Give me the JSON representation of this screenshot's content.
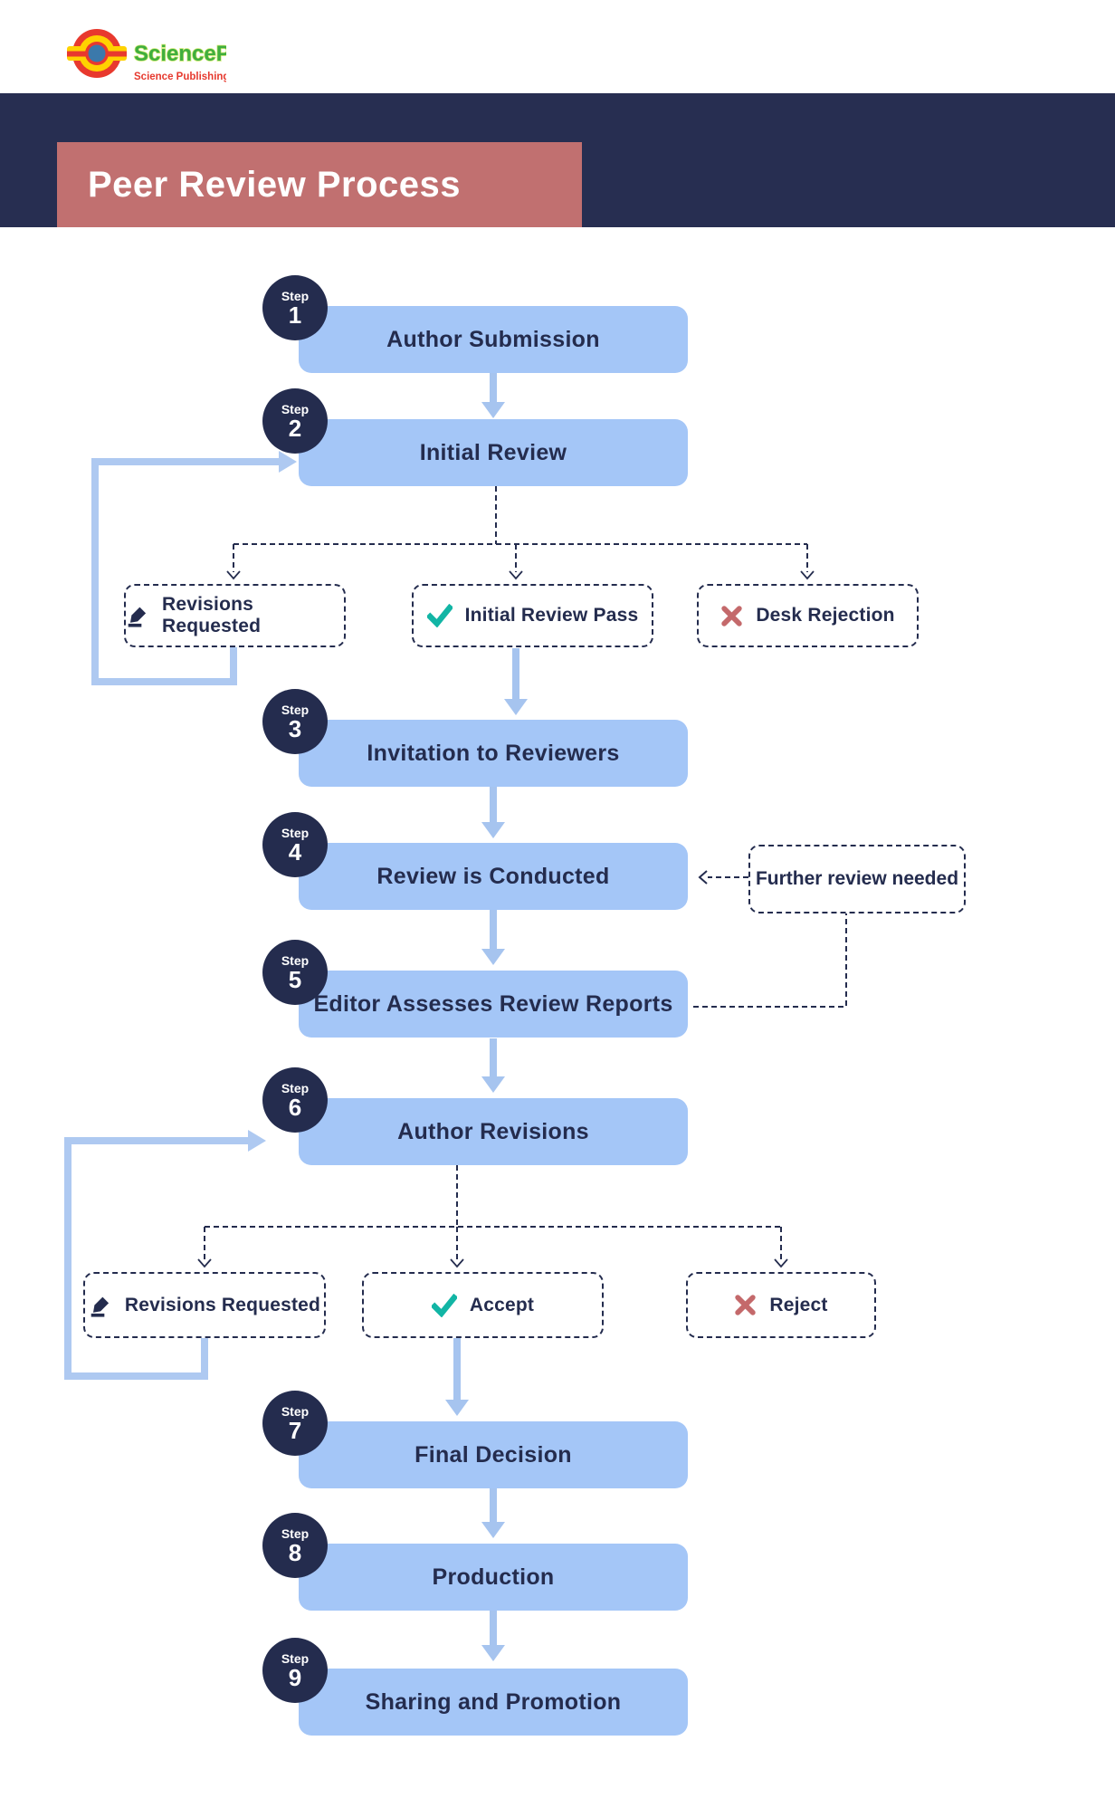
{
  "brand": {
    "name": "SciencePG",
    "tagline": "Science Publishing Group"
  },
  "page_title": "Peer Review Process",
  "step_word": "Step",
  "steps": [
    {
      "number": "1",
      "label": "Author Submission"
    },
    {
      "number": "2",
      "label": "Initial Review"
    },
    {
      "number": "3",
      "label": "Invitation to Reviewers"
    },
    {
      "number": "4",
      "label": "Review is Conducted"
    },
    {
      "number": "5",
      "label": "Editor Assesses Review Reports"
    },
    {
      "number": "6",
      "label": "Author Revisions"
    },
    {
      "number": "7",
      "label": "Final Decision"
    },
    {
      "number": "8",
      "label": "Production"
    },
    {
      "number": "9",
      "label": "Sharing and Promotion"
    }
  ],
  "initial_review_outcomes": [
    {
      "icon": "pencil-icon",
      "label": "Revisions Requested"
    },
    {
      "icon": "check-icon",
      "label": "Initial Review Pass"
    },
    {
      "icon": "x-icon",
      "label": "Desk Rejection"
    }
  ],
  "revision_outcomes": [
    {
      "icon": "pencil-icon",
      "label": "Revisions Requested"
    },
    {
      "icon": "check-icon",
      "label": "Accept"
    },
    {
      "icon": "x-icon",
      "label": "Reject"
    }
  ],
  "annotations": {
    "further_review": "Further review needed"
  },
  "colors": {
    "header_band": "#272e51",
    "title_box": "#c17070",
    "flow_box": "#a4c6f7",
    "step_circle": "#242c4e",
    "text_navy": "#242c4e",
    "arrow_blue": "#a6c4ef",
    "loop_blue": "#aec9f1",
    "check_teal": "#12b5a5",
    "reject_red": "#c4696b",
    "logo_red": "#e8392e",
    "logo_yellow": "#ffd200",
    "logo_blue": "#3b79ab",
    "logo_green": "#3fae3f"
  }
}
